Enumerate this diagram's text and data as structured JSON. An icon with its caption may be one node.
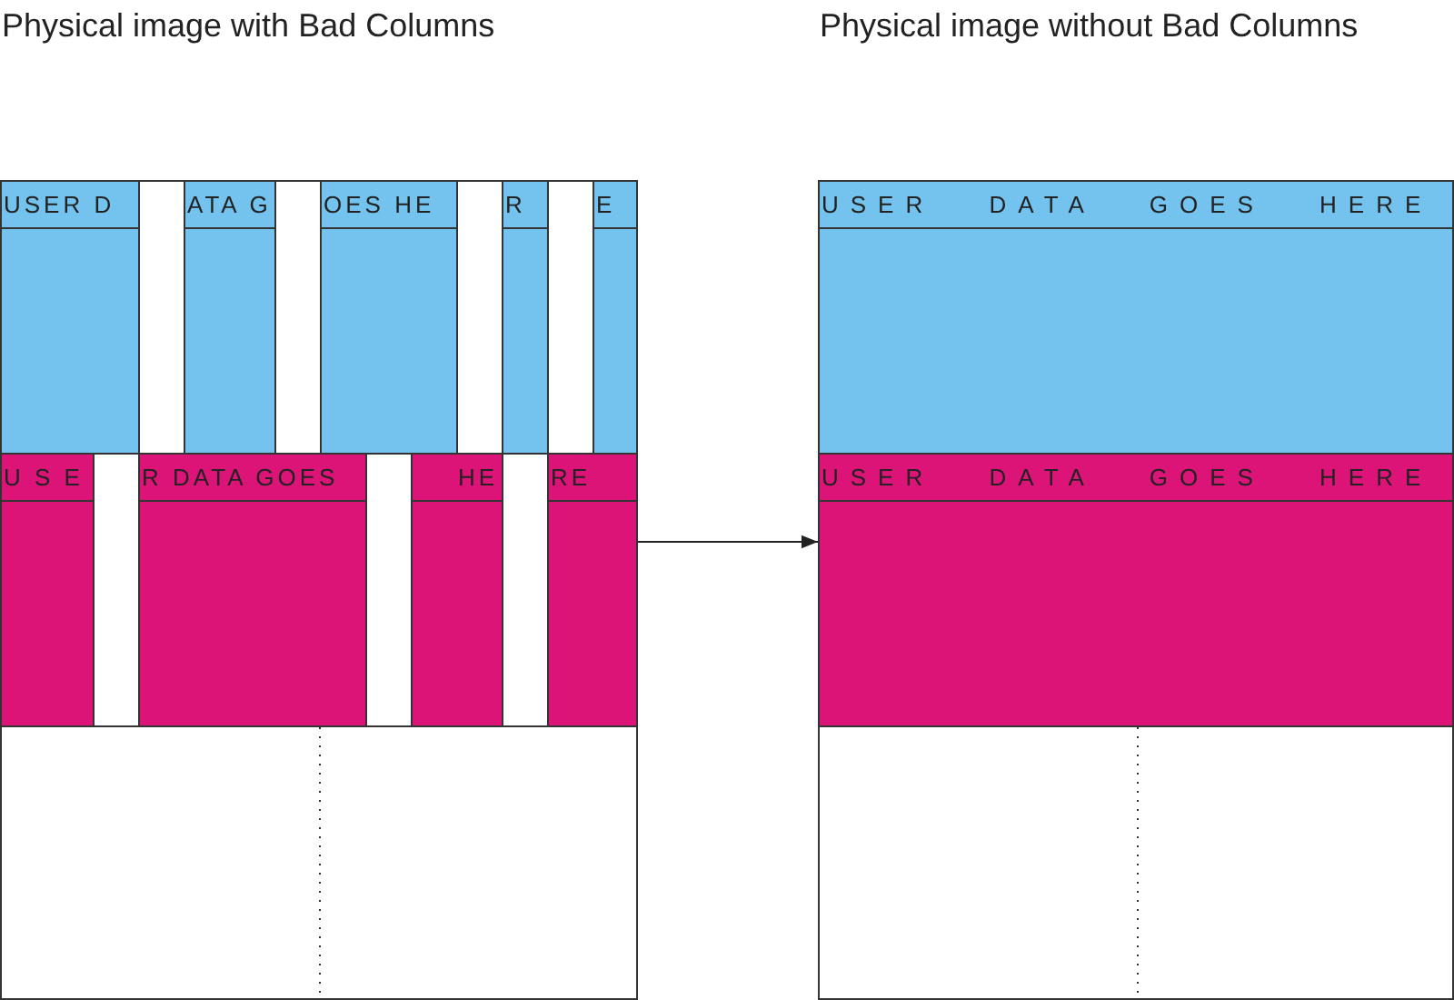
{
  "diagram": {
    "nodes": [
      {
        "text": [
          "Physical image with Bad Columns"
        ]
      },
      {
        "text": [
          "USER D",
          "ATA G",
          "OES HE",
          "R",
          "E"
        ],
        "in": 0
      },
      {
        "text": [
          "U S E",
          "R DATA GOES",
          "HE",
          "RE"
        ],
        "in": 0
      },
      {
        "text": [
          "Physical image without Bad Columns"
        ]
      },
      {
        "text": [
          "USER DATA GOES HERE"
        ],
        "in": 3
      },
      {
        "text": [
          "USER DATA GOES HERE"
        ],
        "in": 3
      },
      {
        "text": [],
        "shape": "bar",
        "in": 1
      },
      {
        "text": [],
        "shape": "bar",
        "in": 1
      },
      {
        "text": [],
        "shape": "bar",
        "in": 1
      },
      {
        "text": [],
        "shape": "bar",
        "in": 1
      },
      {
        "text": [],
        "shape": "bar",
        "in": 2
      },
      {
        "text": [],
        "shape": "bar",
        "in": 2
      },
      {
        "text": [],
        "shape": "bar",
        "in": 2
      }
    ],
    "edges": [
      {
        "from": 0,
        "to": 3,
        "arrow": "to"
      }
    ]
  }
}
